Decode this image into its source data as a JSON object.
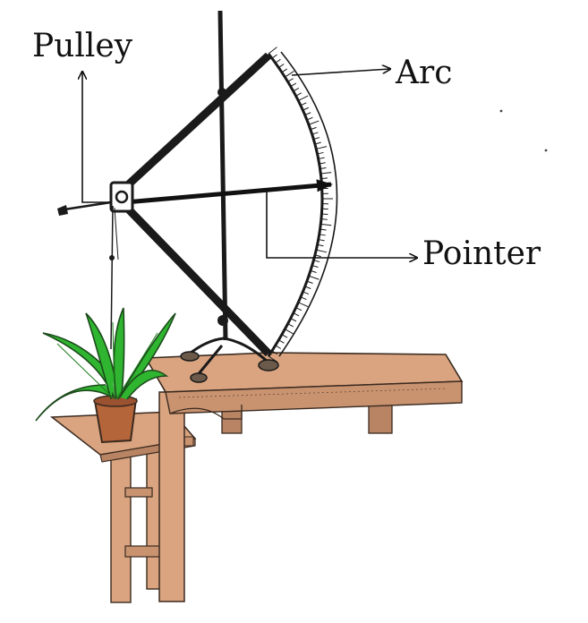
{
  "labels": {
    "pulley": "Pulley",
    "arc": "Arc",
    "pointer": "Pointer"
  },
  "colors": {
    "wood": "#d9a47f",
    "wood_shadow": "#b88463",
    "leaf": "#2fb52f",
    "leaf_dark": "#1c7a1c",
    "pot": "#b5653a",
    "metal": "#1a1a1a"
  }
}
